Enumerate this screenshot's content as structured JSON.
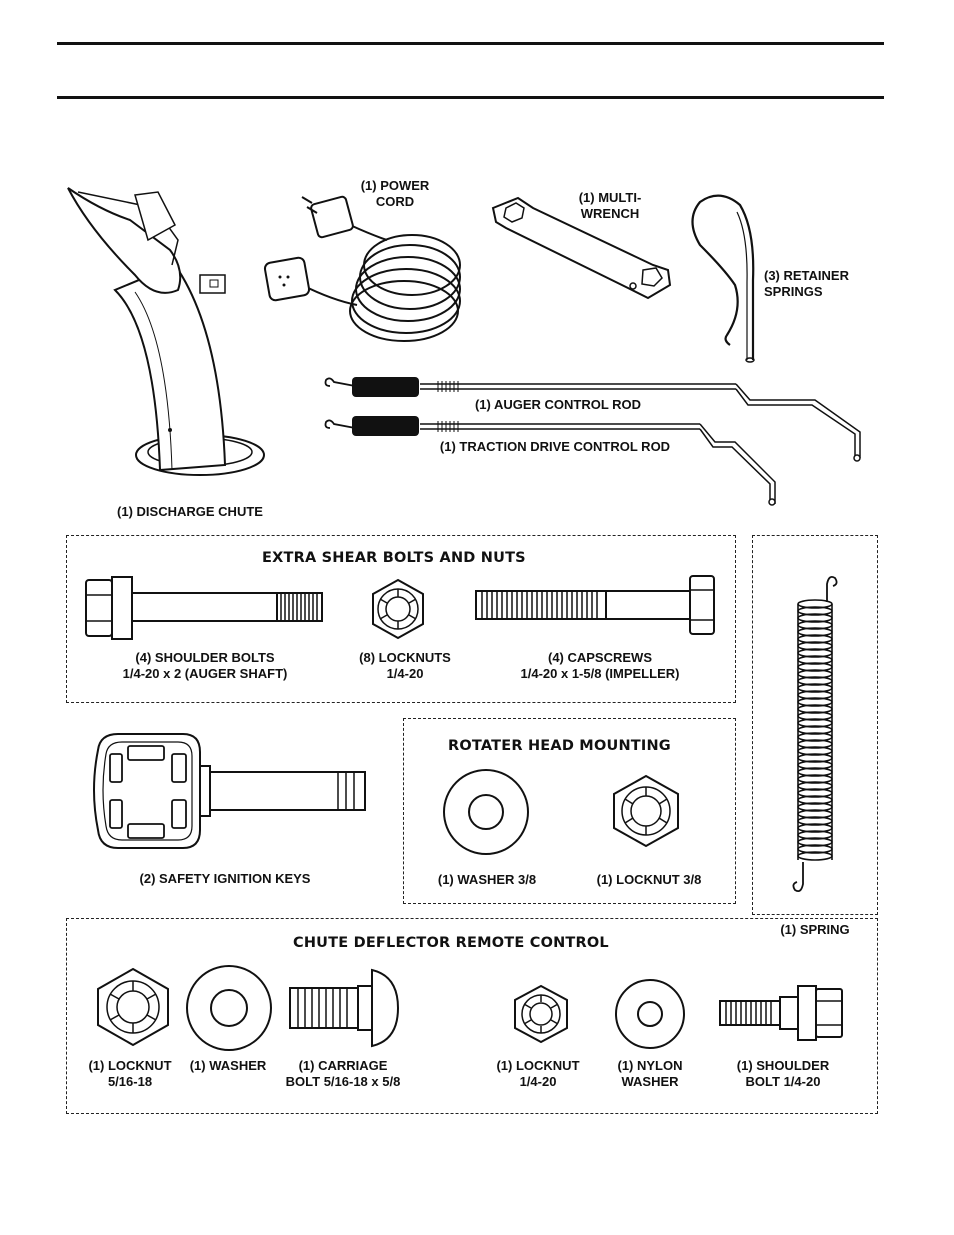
{
  "parts": {
    "discharge_chute": "(1) DISCHARGE CHUTE",
    "power_cord": [
      "(1) POWER",
      "CORD"
    ],
    "multi_wrench": [
      "(1) MULTI-",
      "WRENCH"
    ],
    "retainer_springs": [
      "(3) RETAINER",
      "SPRINGS"
    ],
    "auger_control_rod": "(1) AUGER CONTROL ROD",
    "traction_drive_control_rod": "(1) TRACTION DRIVE CONTROL ROD",
    "spring": "(1) SPRING"
  },
  "shear": {
    "heading": "EXTRA SHEAR BOLTS AND NUTS",
    "shoulder_bolts": [
      "(4) SHOULDER BOLTS",
      "1/4-20 x 2 (AUGER SHAFT)"
    ],
    "locknuts": [
      "(8) LOCKNUTS",
      "1/4-20"
    ],
    "capscrews": [
      "(4) CAPSCREWS",
      "1/4-20 x 1-5/8 (IMPELLER)"
    ]
  },
  "keys": {
    "label": "(2) SAFETY IGNITION KEYS"
  },
  "rotater": {
    "heading": "ROTATER HEAD MOUNTING",
    "washer": "(1) WASHER  3/8",
    "locknut": "(1) LOCKNUT  3/8"
  },
  "chute_deflector": {
    "heading": "CHUTE DEFLECTOR REMOTE CONTROL",
    "locknut_5_16": [
      "(1) LOCKNUT",
      "5/16-18"
    ],
    "washer": "(1) WASHER",
    "carriage_bolt": [
      "(1) CARRIAGE",
      "BOLT  5/16-18 x 5/8"
    ],
    "locknut_1_4": [
      "(1) LOCKNUT",
      "1/4-20"
    ],
    "nylon_washer": [
      "(1) NYLON",
      "WASHER"
    ],
    "shoulder_bolt": [
      "(1) SHOULDER",
      "BOLT  1/4-20"
    ]
  }
}
